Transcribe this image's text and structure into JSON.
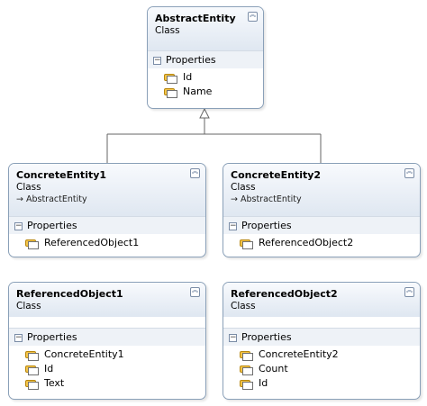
{
  "boxes": {
    "abstract": {
      "title": "AbstractEntity",
      "kind": "Class",
      "section": "Properties",
      "properties": [
        "Id",
        "Name"
      ]
    },
    "concrete1": {
      "title": "ConcreteEntity1",
      "kind": "Class",
      "base": "→ AbstractEntity",
      "section": "Properties",
      "properties": [
        "ReferencedObject1"
      ]
    },
    "concrete2": {
      "title": "ConcreteEntity2",
      "kind": "Class",
      "base": "→ AbstractEntity",
      "section": "Properties",
      "properties": [
        "ReferencedObject2"
      ]
    },
    "ref1": {
      "title": "ReferencedObject1",
      "kind": "Class",
      "section": "Properties",
      "properties": [
        "ConcreteEntity1",
        "Id",
        "Text"
      ]
    },
    "ref2": {
      "title": "ReferencedObject2",
      "kind": "Class",
      "section": "Properties",
      "properties": [
        "ConcreteEntity2",
        "Count",
        "Id"
      ]
    }
  },
  "icons": {
    "collapse": "double-chevron-up-icon",
    "section_toggle": "minus-toggle-icon",
    "property": "property-wrench-icon"
  },
  "colors": {
    "border": "#8aa0b8",
    "header_gradient_top": "#f8fafd",
    "header_gradient_bottom": "#dfe7f1",
    "section_bg": "#eef2f7",
    "connector": "#666666"
  }
}
